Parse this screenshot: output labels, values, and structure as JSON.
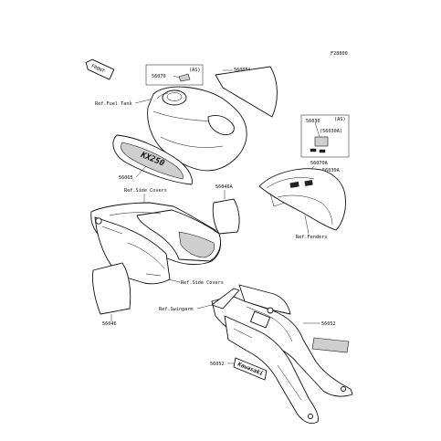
{
  "figure_code": "F28800",
  "front_badge": "FRONT",
  "labels": {
    "l56070": "56070",
    "l56070_as": "(AS)",
    "l56065a": "56065A",
    "ref_fuel_tank": "Ref.Fuel Tank",
    "l56030": "56030",
    "l56030_as": "(AS)",
    "l56030a_paren": "(56030A)",
    "l56070a": "56070A",
    "l56030a": "56030A",
    "l56065": "56065",
    "ref_side_covers_top": "Ref.Side Covers",
    "l56046a": "56046A",
    "ref_fenders": "Ref.Fenders",
    "ref_side_covers_mid": "Ref.Side Covers",
    "l56046": "56046",
    "ref_swingarm": "Ref.Swingarm",
    "l56052_right": "56052",
    "l56052_bottom": "56052"
  },
  "decal_text": "KX250",
  "swingarm_decal_text": "Kawasaki"
}
